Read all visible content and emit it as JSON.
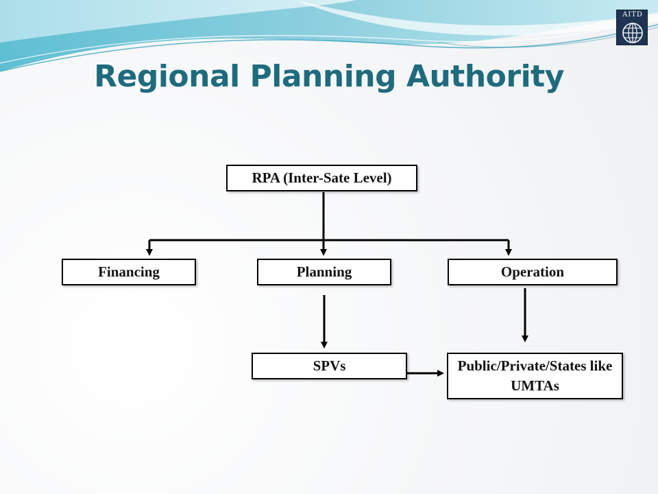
{
  "slide": {
    "title": "Regional Planning Authority",
    "logo_text": "AITD"
  },
  "diagram": {
    "nodes": {
      "rpa": "RPA (Inter-Sate Level)",
      "financing": "Financing",
      "planning": "Planning",
      "operation": "Operation",
      "spvs": "SPVs",
      "public": "Public/Private/States like UMTAs"
    },
    "edges": [
      {
        "from": "rpa",
        "to": "financing"
      },
      {
        "from": "rpa",
        "to": "planning"
      },
      {
        "from": "rpa",
        "to": "operation"
      },
      {
        "from": "planning",
        "to": "spvs"
      },
      {
        "from": "operation",
        "to": "public"
      },
      {
        "from": "spvs",
        "to": "public"
      }
    ]
  },
  "colors": {
    "title": "#1f6b7e",
    "wave_dark": "#4fb3c9",
    "wave_light": "#a9dbe6",
    "logo_bg": "#1e3452"
  }
}
